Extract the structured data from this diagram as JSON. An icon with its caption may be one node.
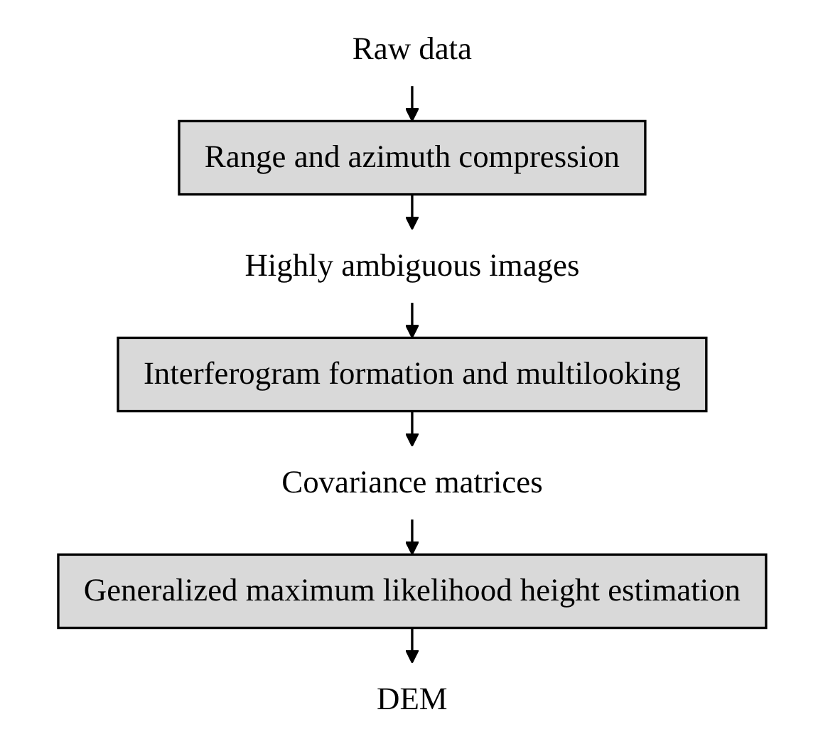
{
  "diagram": {
    "nodes": [
      {
        "text": [
          "Raw data"
        ]
      },
      {
        "text": [
          "Range and azimuth compression"
        ]
      },
      {
        "text": [
          "Highly ambiguous images"
        ]
      },
      {
        "text": [
          "Interferogram formation and multilooking"
        ]
      },
      {
        "text": [
          "Covariance matrices"
        ]
      },
      {
        "text": [
          "Generalized maximum likelihood height estimation"
        ]
      },
      {
        "text": [
          "DEM"
        ]
      }
    ],
    "edges": [
      {
        "from": 0,
        "to": 1,
        "arrow": "to"
      },
      {
        "from": 1,
        "to": 2,
        "arrow": "to"
      },
      {
        "from": 2,
        "to": 3,
        "arrow": "to"
      },
      {
        "from": 3,
        "to": 4,
        "arrow": "to"
      },
      {
        "from": 4,
        "to": 5,
        "arrow": "to"
      },
      {
        "from": 5,
        "to": 6,
        "arrow": "to"
      }
    ]
  }
}
